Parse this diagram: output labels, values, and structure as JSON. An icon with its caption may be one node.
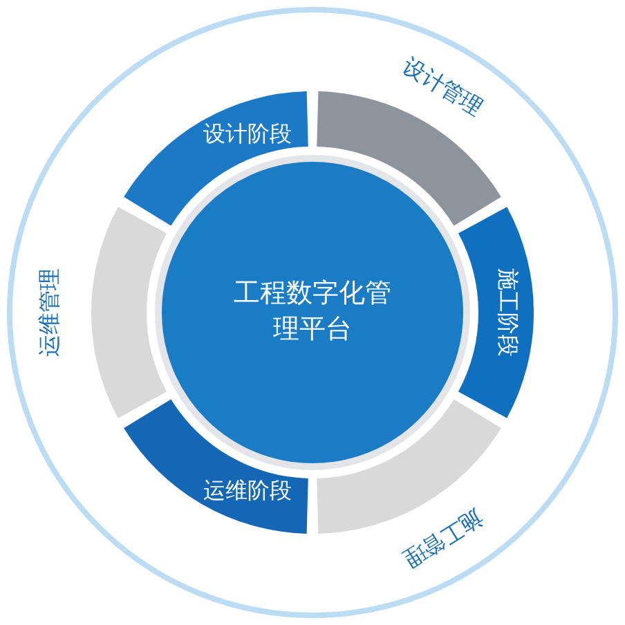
{
  "diagram": {
    "nodes": [
      {
        "text": [
          "工程数字化管理平台"
        ]
      },
      {
        "text": [
          "设计阶段"
        ]
      },
      {
        "text": [
          "设计管理"
        ]
      },
      {
        "text": [
          "施工阶段"
        ]
      },
      {
        "text": [
          "施工管理"
        ]
      },
      {
        "text": [
          "运维阶段"
        ]
      },
      {
        "text": [
          "运维管理"
        ]
      }
    ]
  }
}
